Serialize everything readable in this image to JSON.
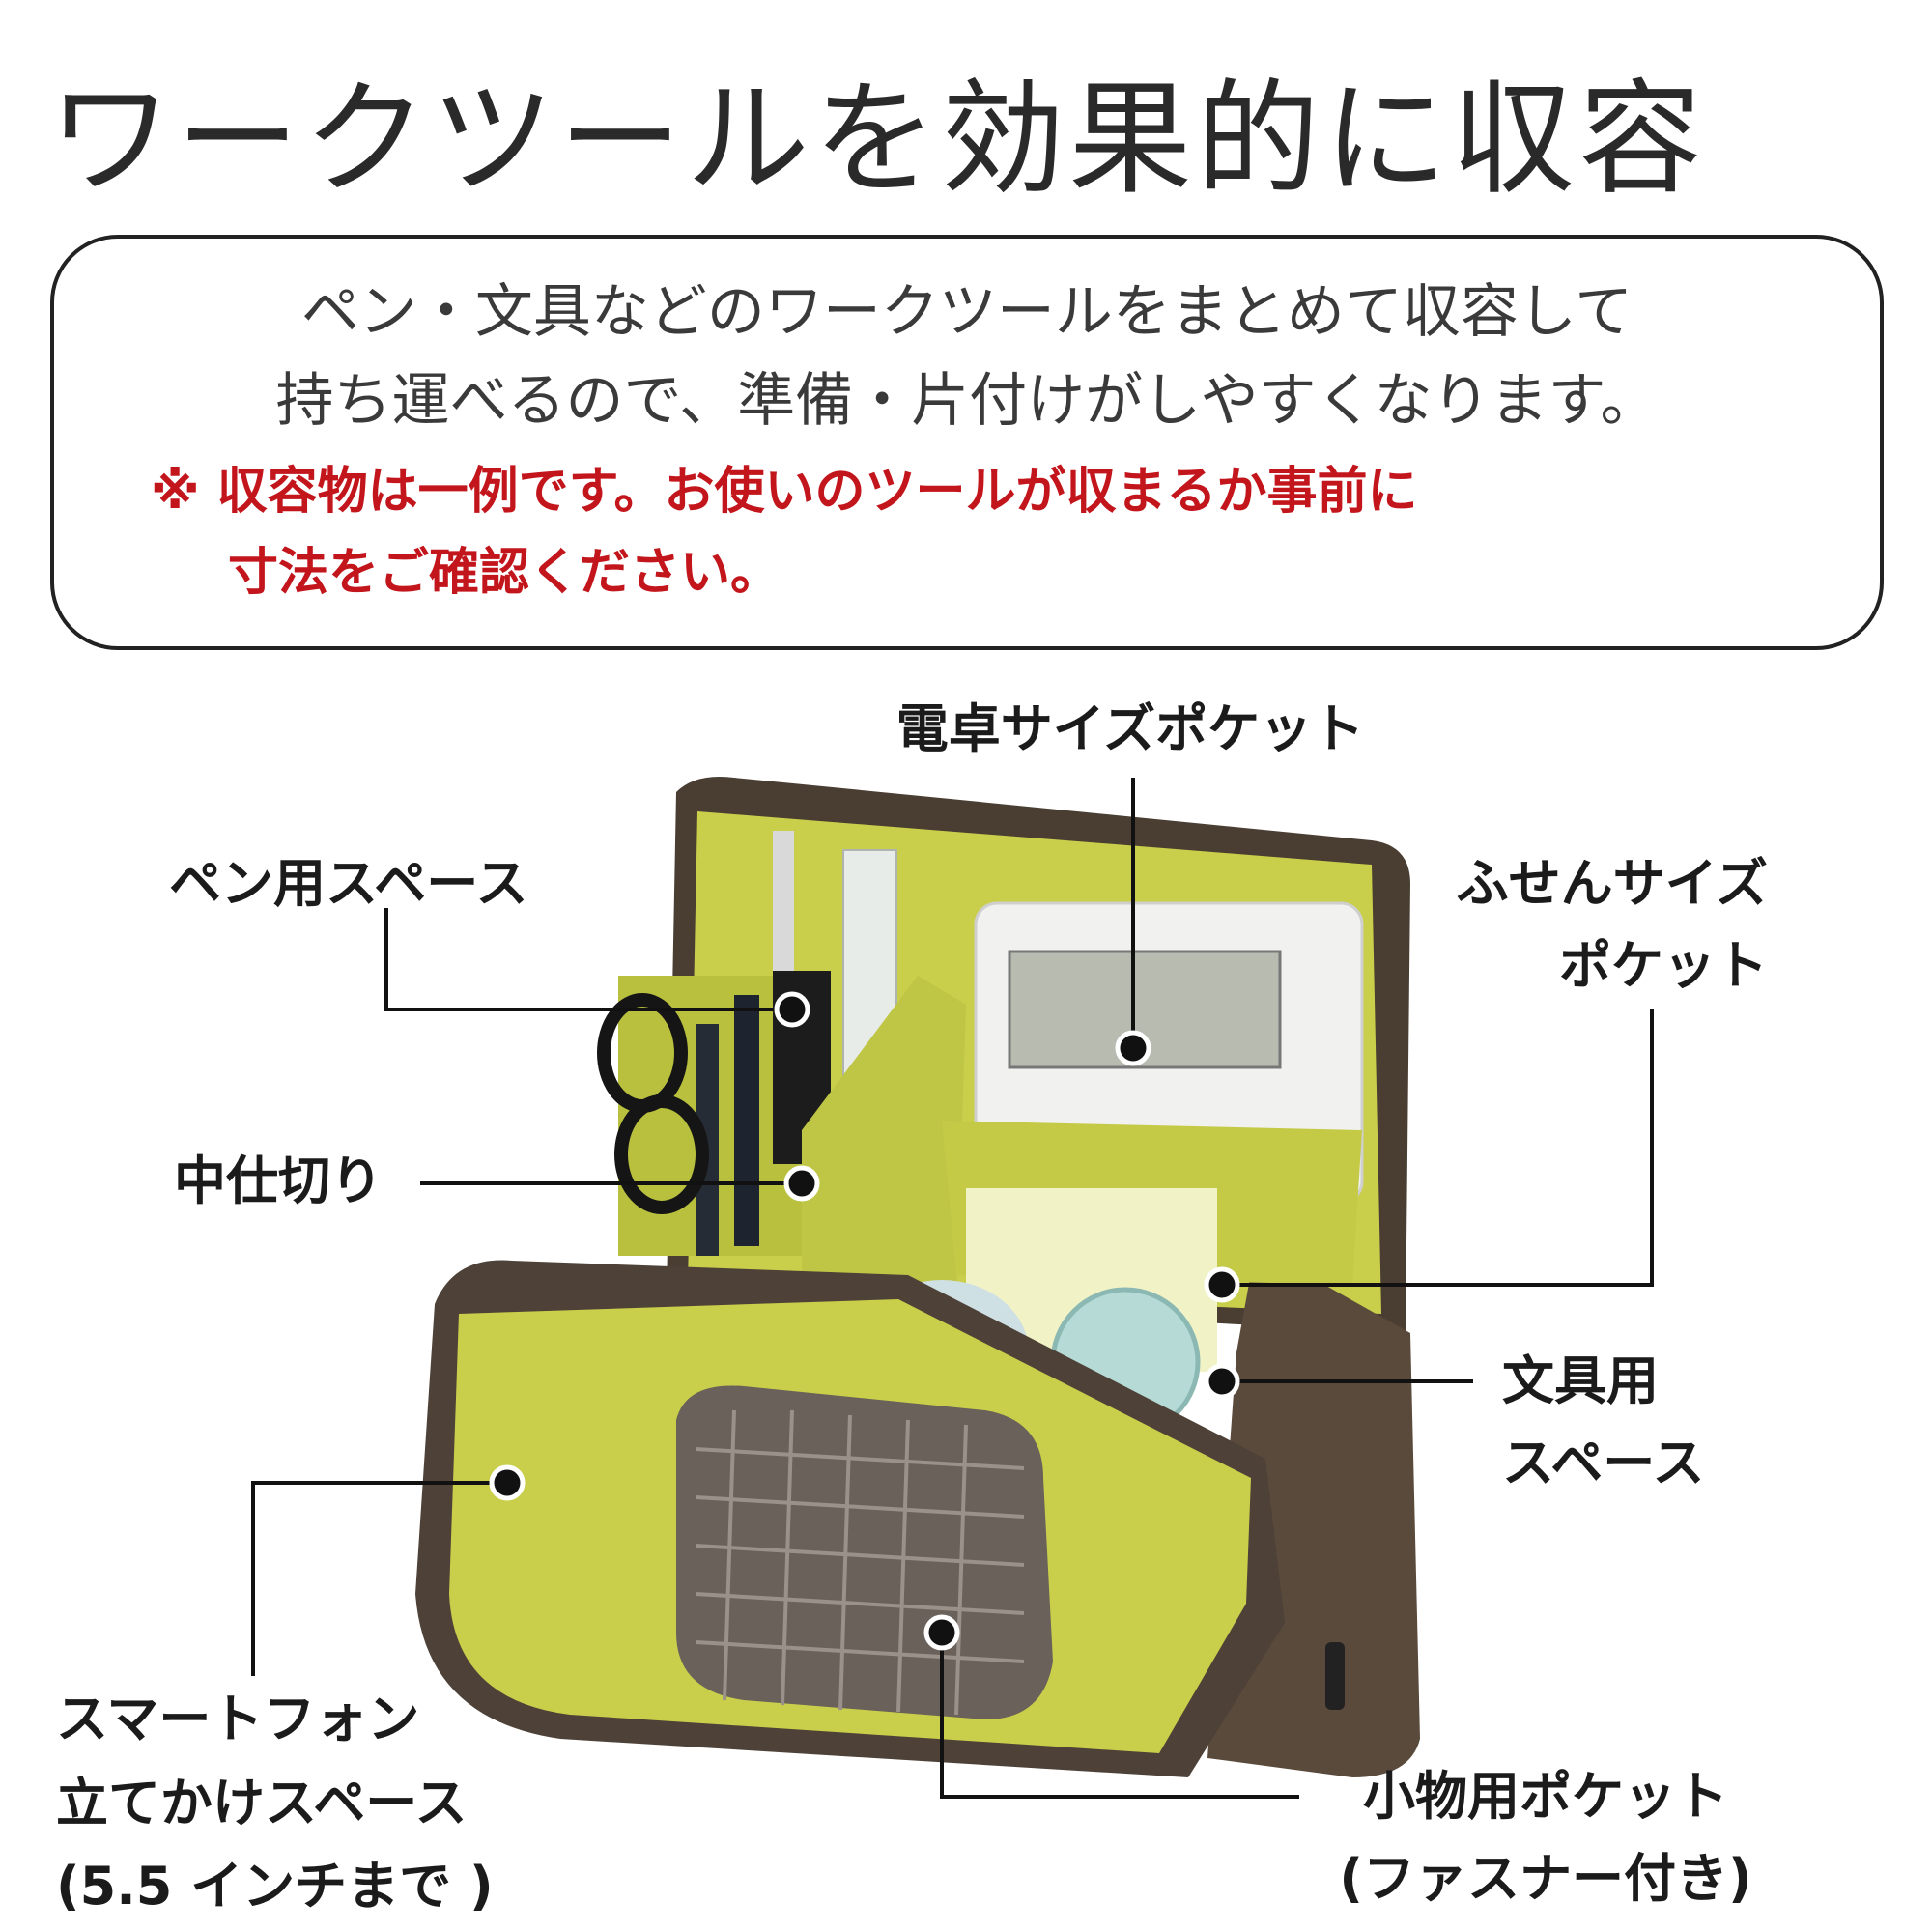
{
  "title": "ワークツールを効果的に収容",
  "note": {
    "line1": "ペン・文具などのワークツールをまとめて収容して",
    "line2": "持ち運べるので、準備・片付けがしやすくなります。",
    "warning_line1": "※ 収容物は一例です。お使いのツールが収まるか事前に",
    "warning_line2": "寸法をご確認ください。"
  },
  "labels": {
    "calculator_pocket": "電卓サイズポケット",
    "pen_space": "ペン用スペース",
    "sticky_pocket_l1": "ふせんサイズ",
    "sticky_pocket_l2": "ポケット",
    "divider": "中仕切り",
    "stationery_l1": "文具用",
    "stationery_l2": "スペース",
    "phone_l1": "スマートフォン",
    "phone_l2": "立てかけスペース",
    "phone_l3": "(5.5 インチまで )",
    "small_pocket_l1": "小物用ポケット",
    "small_pocket_l2": "(ファスナー付き)"
  },
  "colors": {
    "lining": "#c9cf4a",
    "lining_dark": "#a8ad33",
    "outer": "#5a4a3b",
    "warning": "#c3161c",
    "mesh": "#6a615a"
  }
}
